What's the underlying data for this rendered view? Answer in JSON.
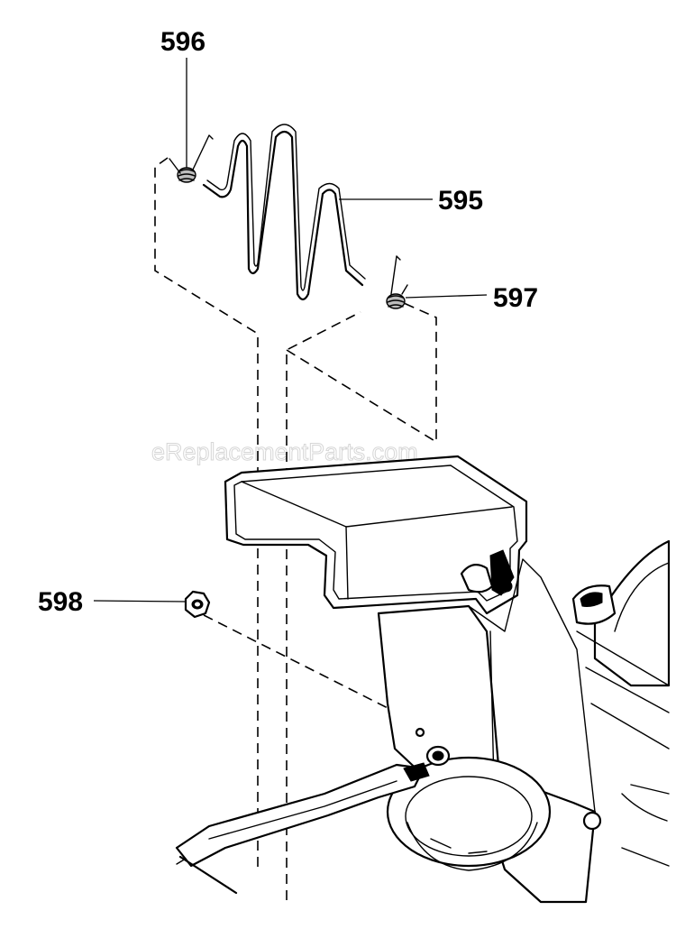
{
  "watermark": "eReplacementParts.com",
  "callouts": [
    {
      "id": "596",
      "label": "596"
    },
    {
      "id": "595",
      "label": "595"
    },
    {
      "id": "597",
      "label": "597"
    },
    {
      "id": "598",
      "label": "598"
    }
  ]
}
